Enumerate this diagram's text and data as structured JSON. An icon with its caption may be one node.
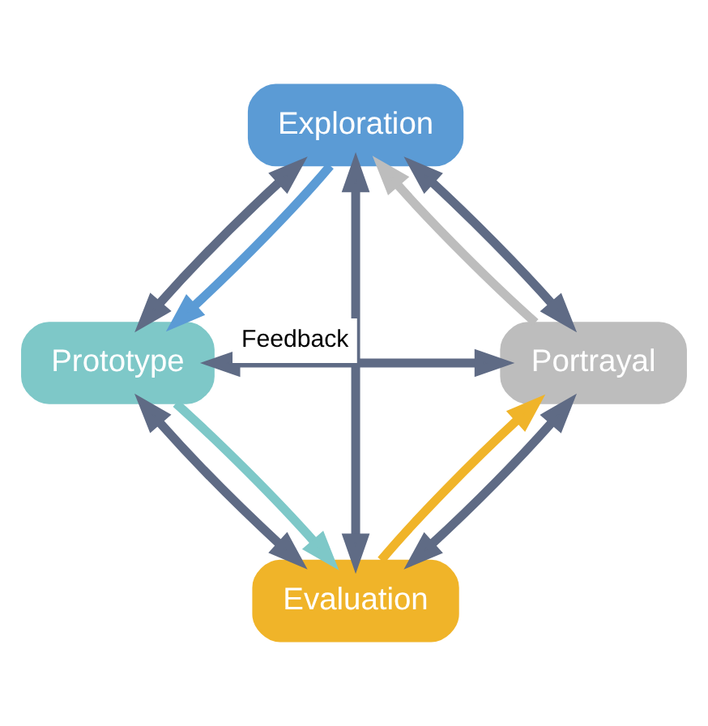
{
  "diagram": {
    "nodes": [
      {
        "text": [
          "Evaluation"
        ]
      },
      {
        "text": [
          "Portrayal"
        ]
      },
      {
        "text": [
          "Exploration"
        ]
      },
      {
        "text": [
          "Prototype"
        ]
      }
    ],
    "edges": [
      {
        "from": 0,
        "to": 1,
        "arrow": "to",
        "color": "#f0b429"
      },
      {
        "from": 1,
        "to": 2,
        "arrow": "to",
        "color": "#bdbdbd"
      },
      {
        "from": 2,
        "to": 3,
        "arrow": "to",
        "color": "#5b9bd5"
      },
      {
        "from": 3,
        "to": 0,
        "arrow": "to",
        "color": "#7ec8c8"
      },
      {
        "from": 0,
        "to": 1,
        "arrow": "both"
      },
      {
        "from": 1,
        "to": 2,
        "arrow": "both"
      },
      {
        "from": 2,
        "to": 3,
        "arrow": "both"
      },
      {
        "from": 3,
        "to": 0,
        "arrow": "both"
      },
      {
        "from": 0,
        "to": 2,
        "arrow": "both"
      },
      {
        "from": 3,
        "to": 1,
        "arrow": "both",
        "label": "Feedback"
      }
    ]
  }
}
